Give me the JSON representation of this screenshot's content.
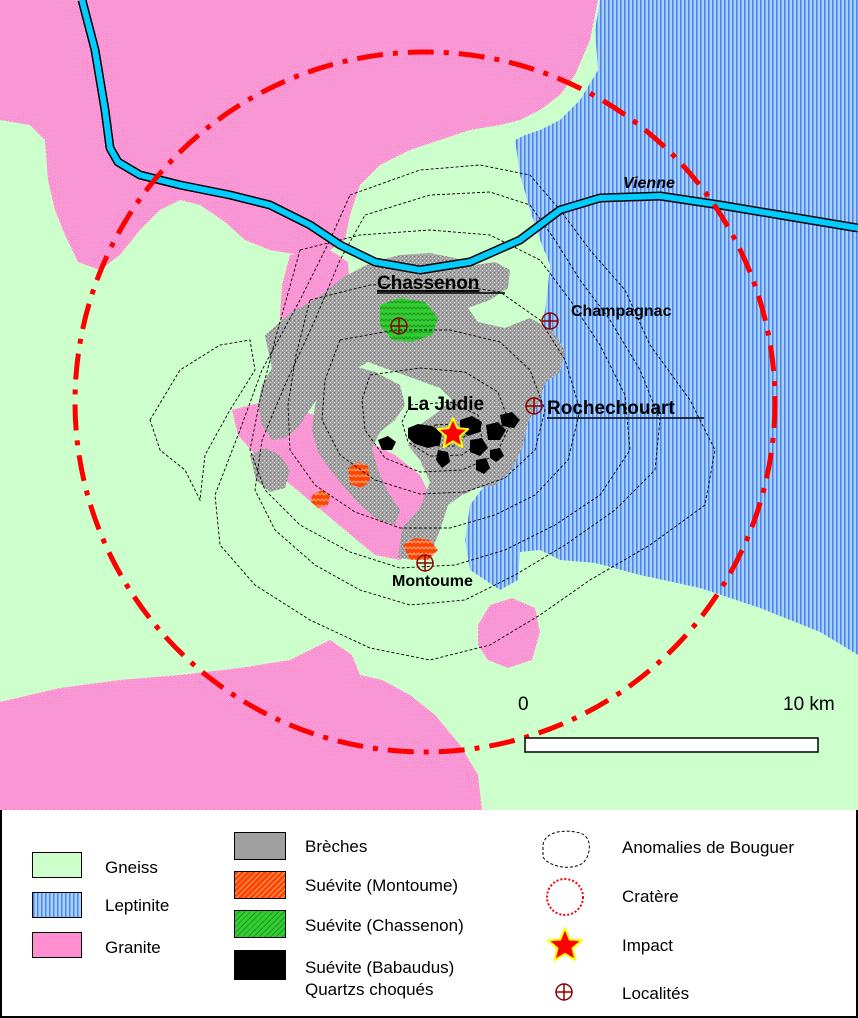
{
  "map": {
    "places": {
      "chassenon": "Chassenon",
      "champagnac": "Champagnac",
      "la_judie": "La Judie",
      "rochechouart": "Rochechouart",
      "montoume": "Montoume",
      "vienne": "Vienne"
    },
    "scale": {
      "start": "0",
      "end": "10 km"
    }
  },
  "legend": {
    "gneiss": "Gneiss",
    "leptinite": "Leptinite",
    "granite": "Granite",
    "breches": "Brèches",
    "suevite_montoume": "Suévite (Montoume)",
    "suevite_chassenon": "Suévite (Chassenon)",
    "suevite_babaudus_line1": "Suévite (Babaudus)",
    "suevite_babaudus_line2": "Quartzs choqués",
    "anomalies": "Anomalies de Bouguer",
    "cratere": "Cratère",
    "impact": "Impact",
    "localites": "Localités"
  },
  "colors": {
    "gneiss": "#ccffcc",
    "leptinite": "#99ccff",
    "leptinite_lines": "#4d86e6",
    "granite": "#ff88cc",
    "breches": "#a8a8a8",
    "suevite_montoume": "#ff4400",
    "suevite_chassenon": "#33cc33",
    "suevite_babaudus": "#000000",
    "river": "#00ccff",
    "crater": "#ff0000",
    "locality": "#8b0000",
    "impact_star": "#ff0000",
    "impact_outline": "#ffff00"
  }
}
